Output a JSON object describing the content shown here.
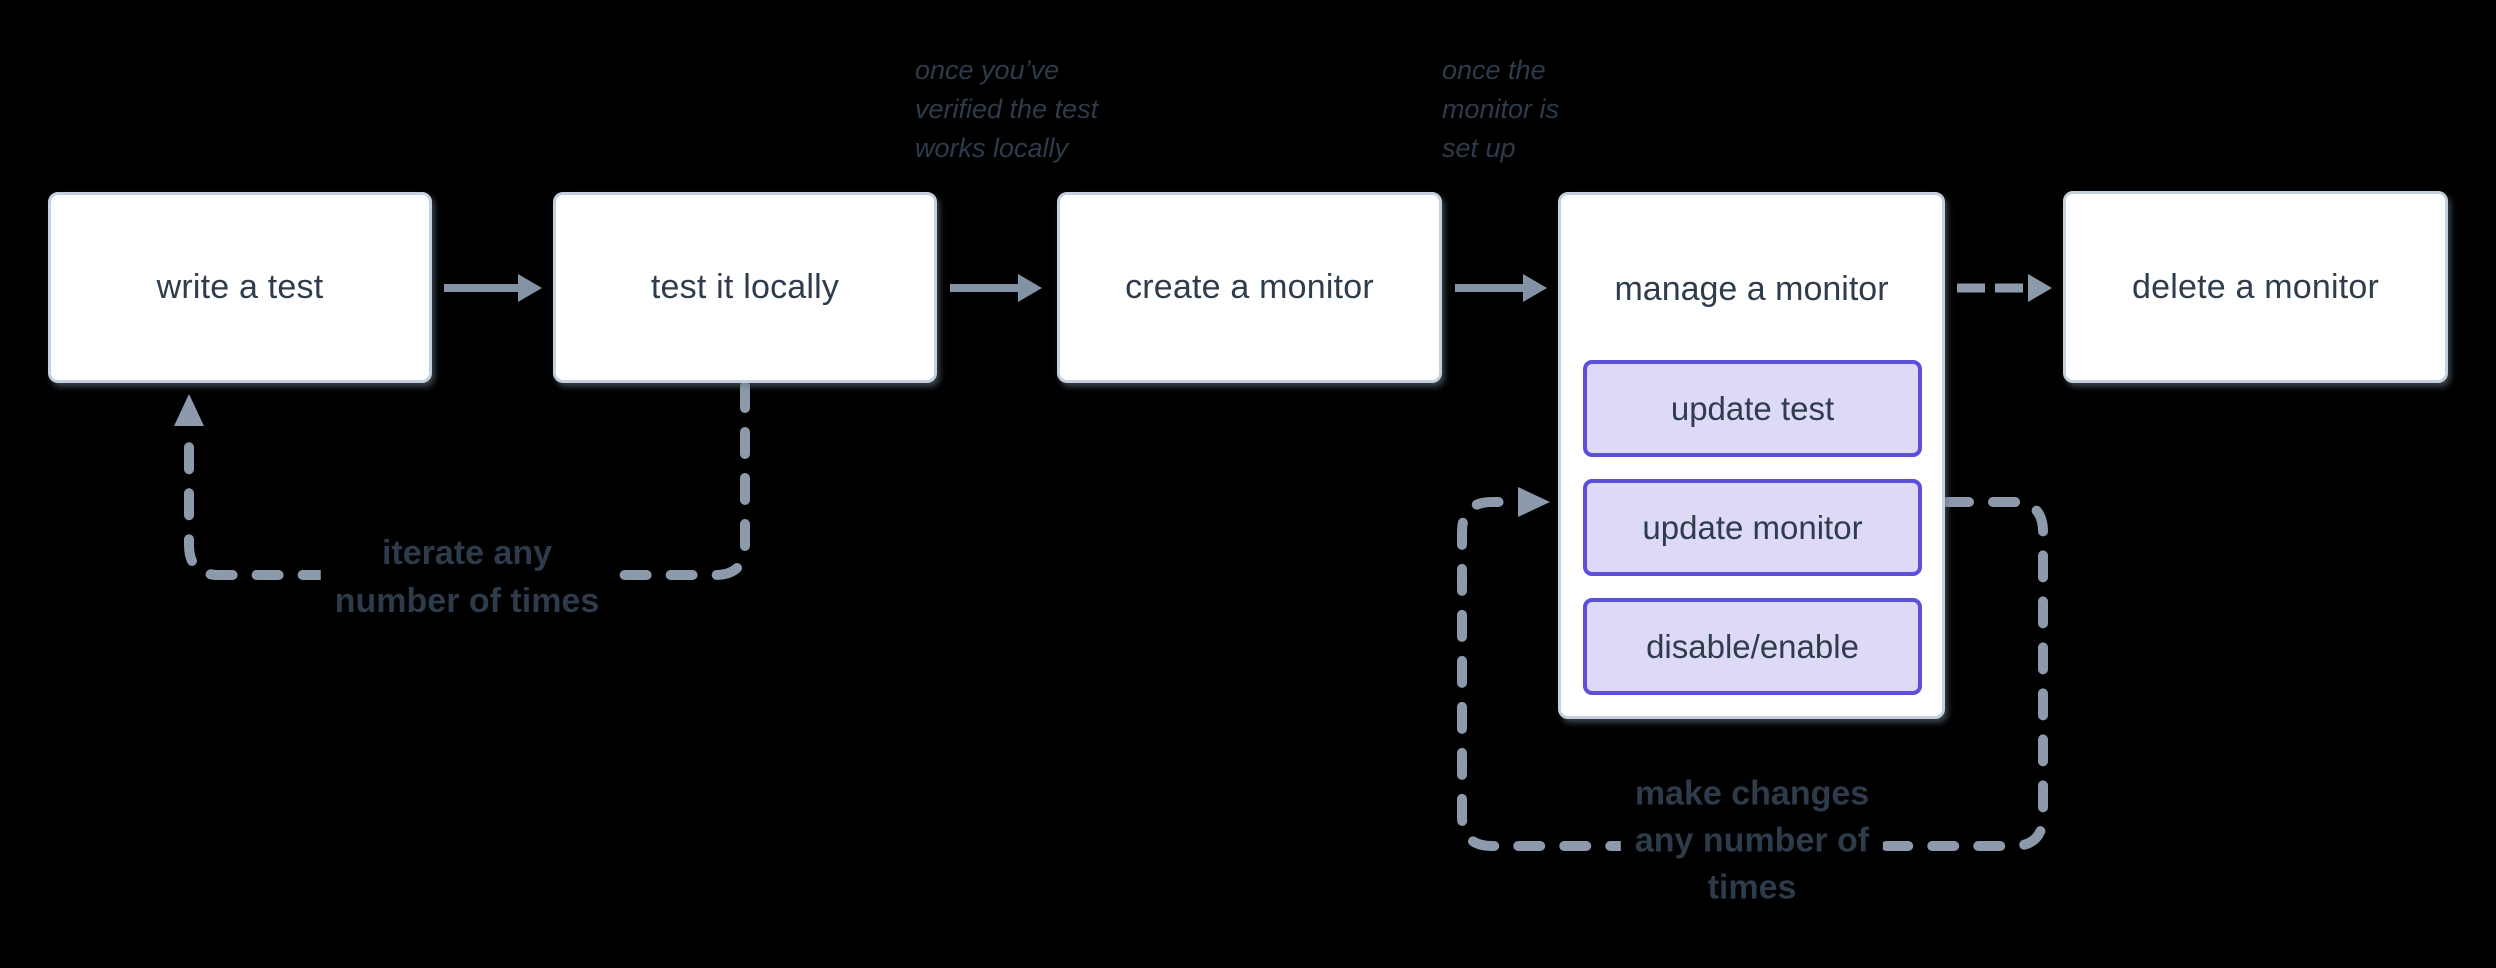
{
  "colors": {
    "background": "#000000",
    "box_fill": "#ffffff",
    "box_border": "#c4d0dd",
    "box_text": "#2e3c4b",
    "action_fill": "#ded9f7",
    "action_border": "#5c50d9",
    "solid_arrow": "#8393a5",
    "dashed_arrow": "#8c9aab",
    "annotation_text": "#2d3b4a"
  },
  "diagram": {
    "boxes": [
      {
        "label": "write a test"
      },
      {
        "label": "test it locally"
      },
      {
        "label": "create a monitor"
      },
      {
        "label": "manage a monitor",
        "actions": [
          {
            "label": "update test"
          },
          {
            "label": "update monitor"
          },
          {
            "label": "disable/enable"
          }
        ]
      },
      {
        "label": "delete a monitor"
      }
    ],
    "annotations": [
      {
        "lines": [
          "once you’ve",
          "verified the test",
          "works locally"
        ]
      },
      {
        "lines": [
          "once the",
          "monitor is",
          "set up"
        ]
      }
    ],
    "loop_labels": [
      {
        "lines": [
          "iterate any",
          "number of times"
        ]
      },
      {
        "lines": [
          "make changes",
          "any number of",
          "times"
        ]
      }
    ]
  }
}
